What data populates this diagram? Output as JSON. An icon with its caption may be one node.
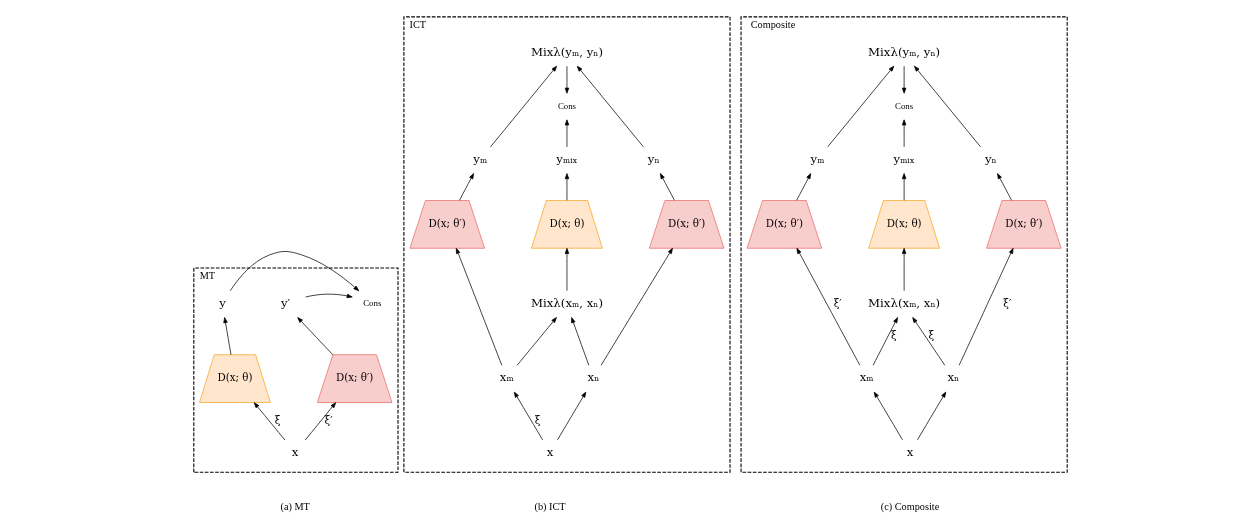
{
  "diagram": {
    "nodes": [
      {
        "text": [
          "MT"
        ]
      },
      {
        "text": [
          "y"
        ],
        "in": 0
      },
      {
        "text": [
          "Cons"
        ],
        "in": 0
      },
      {
        "text": [
          "y′"
        ],
        "in": 0
      },
      {
        "text": [
          "D(x; θ)"
        ],
        "in": 0
      },
      {
        "text": [
          "D(x; θ′)"
        ],
        "in": 0
      },
      {
        "text": [
          "x"
        ],
        "in": 0
      },
      {
        "text": [
          "ICT"
        ]
      },
      {
        "text": [
          "Mixλ(yₘ, yₙ)"
        ],
        "in": 7
      },
      {
        "text": [
          "Cons"
        ],
        "in": 7
      },
      {
        "text": [
          "yₘ"
        ],
        "in": 7
      },
      {
        "text": [
          "yₘᵢₓ"
        ],
        "in": 7
      },
      {
        "text": [
          "yₙ"
        ],
        "in": 7
      },
      {
        "text": [
          "D(x; θ′)"
        ],
        "in": 7
      },
      {
        "text": [
          "D(x; θ)"
        ],
        "in": 7
      },
      {
        "text": [
          "D(x; θ′)"
        ],
        "in": 7
      },
      {
        "text": [
          "Mixλ(xₘ, xₙ)"
        ],
        "in": 7
      },
      {
        "text": [
          "xₘ"
        ],
        "in": 7
      },
      {
        "text": [
          "xₙ"
        ],
        "in": 7
      },
      {
        "text": [
          "x"
        ],
        "in": 7
      },
      {
        "text": [
          "Composite"
        ]
      },
      {
        "text": [
          "Mixλ(yₘ, yₙ)"
        ],
        "in": 20
      },
      {
        "text": [
          "Cons"
        ],
        "in": 20
      },
      {
        "text": [
          "yₘ"
        ],
        "in": 20
      },
      {
        "text": [
          "yₘᵢₓ"
        ],
        "in": 20
      },
      {
        "text": [
          "yₙ"
        ],
        "in": 20
      },
      {
        "text": [
          "D(x; θ′)"
        ],
        "in": 20
      },
      {
        "text": [
          "D(x; θ)"
        ],
        "in": 20
      },
      {
        "text": [
          "D(x; θ′)"
        ],
        "in": 20
      },
      {
        "text": [
          "Mixλ(xₘ, xₙ)"
        ],
        "in": 20
      },
      {
        "text": [
          "xₘ"
        ],
        "in": 20
      },
      {
        "text": [
          "xₙ"
        ],
        "in": 20
      },
      {
        "text": [
          "x"
        ],
        "in": 20
      }
    ],
    "edges": [
      {
        "from": 6,
        "to": 4,
        "arrow": "to",
        "label": "ξ"
      },
      {
        "from": 6,
        "to": 5,
        "arrow": "to",
        "label": "ξ′"
      },
      {
        "from": 4,
        "to": 1,
        "arrow": "to"
      },
      {
        "from": 5,
        "to": 3,
        "arrow": "to"
      },
      {
        "from": 1,
        "to": 2,
        "arrow": "to"
      },
      {
        "from": 3,
        "to": 2,
        "arrow": "to"
      },
      {
        "from": 10,
        "to": 8,
        "arrow": "to"
      },
      {
        "from": 12,
        "to": 8,
        "arrow": "to"
      },
      {
        "from": 8,
        "to": 9,
        "arrow": "to"
      },
      {
        "from": 11,
        "to": 9,
        "arrow": "to"
      },
      {
        "from": 13,
        "to": 10,
        "arrow": "to"
      },
      {
        "from": 14,
        "to": 11,
        "arrow": "to"
      },
      {
        "from": 15,
        "to": 12,
        "arrow": "to"
      },
      {
        "from": 17,
        "to": 13,
        "arrow": "to"
      },
      {
        "from": 16,
        "to": 14,
        "arrow": "to"
      },
      {
        "from": 18,
        "to": 15,
        "arrow": "to"
      },
      {
        "from": 17,
        "to": 16,
        "arrow": "to"
      },
      {
        "from": 18,
        "to": 16,
        "arrow": "to"
      },
      {
        "from": 19,
        "to": 17,
        "arrow": "to",
        "label": "ξ"
      },
      {
        "from": 19,
        "to": 18,
        "arrow": "to"
      },
      {
        "from": 23,
        "to": 21,
        "arrow": "to"
      },
      {
        "from": 25,
        "to": 21,
        "arrow": "to"
      },
      {
        "from": 21,
        "to": 22,
        "arrow": "to"
      },
      {
        "from": 24,
        "to": 22,
        "arrow": "to"
      },
      {
        "from": 26,
        "to": 23,
        "arrow": "to"
      },
      {
        "from": 27,
        "to": 24,
        "arrow": "to"
      },
      {
        "from": 28,
        "to": 25,
        "arrow": "to"
      },
      {
        "from": 30,
        "to": 26,
        "arrow": "to",
        "label": "ξ′"
      },
      {
        "from": 29,
        "to": 27,
        "arrow": "to"
      },
      {
        "from": 31,
        "to": 28,
        "arrow": "to",
        "label": "ξ′"
      },
      {
        "from": 30,
        "to": 29,
        "arrow": "to",
        "label": "ξ"
      },
      {
        "from": 31,
        "to": 29,
        "arrow": "to",
        "label": "ξ"
      },
      {
        "from": 32,
        "to": 30,
        "arrow": "to"
      },
      {
        "from": 32,
        "to": 31,
        "arrow": "to"
      }
    ],
    "labels": [
      "(a) MT",
      "(b) ICT",
      "(c) Composite"
    ]
  }
}
